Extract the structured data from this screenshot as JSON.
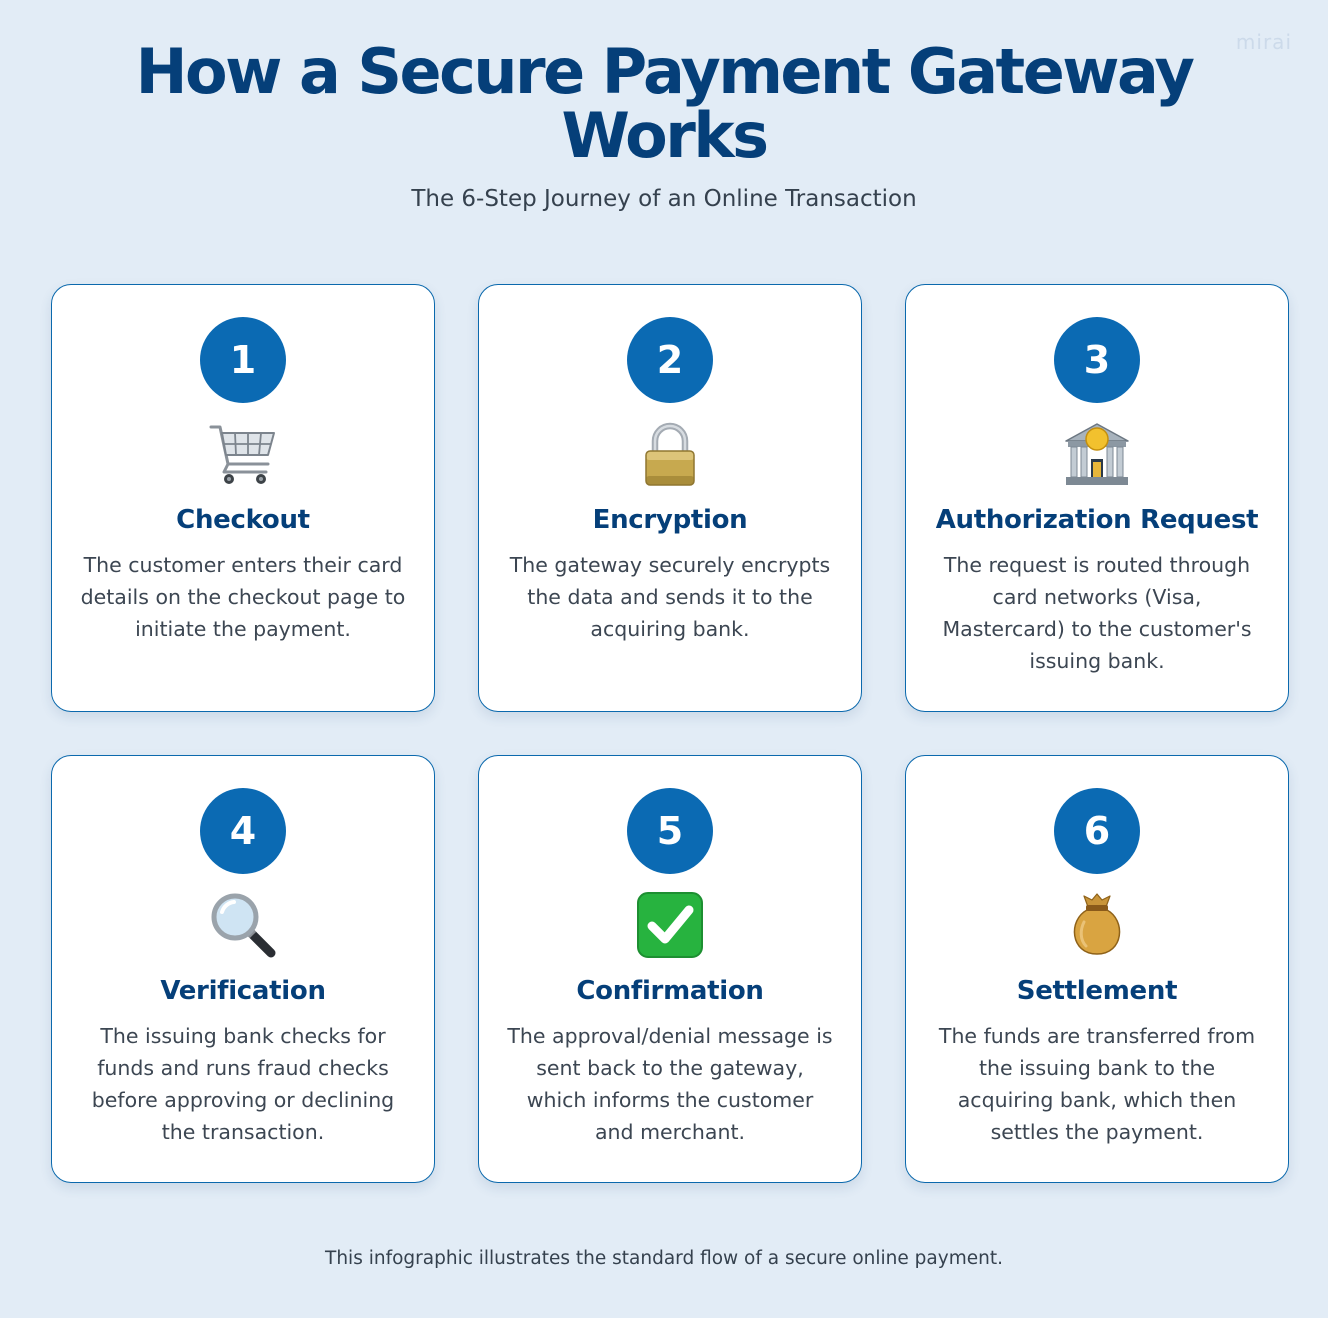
{
  "watermark": "mirai",
  "header": {
    "title_line1": "How a Secure Payment Gateway",
    "title_line2": "Works",
    "subtitle": "The 6-Step Journey of an Online Transaction"
  },
  "steps": [
    {
      "number": "1",
      "icon": "shopping-cart-icon",
      "title": "Checkout",
      "description": "The customer enters their card details on the checkout page to initiate the payment."
    },
    {
      "number": "2",
      "icon": "padlock-icon",
      "title": "Encryption",
      "description": "The gateway securely encrypts the data and sends it to the acquiring bank."
    },
    {
      "number": "3",
      "icon": "bank-icon",
      "title": "Authorization Request",
      "description": "The request is routed through card networks (Visa, Mastercard) to the customer's issuing bank."
    },
    {
      "number": "4",
      "icon": "magnifying-glass-icon",
      "title": "Verification",
      "description": "The issuing bank checks for funds and runs fraud checks before approving or declining the transaction."
    },
    {
      "number": "5",
      "icon": "check-mark-icon",
      "title": "Confirmation",
      "description": "The approval/denial message is sent back to the gateway, which informs the customer and merchant."
    },
    {
      "number": "6",
      "icon": "money-bag-icon",
      "title": "Settlement",
      "description": "The funds are transferred from the issuing bank to the acquiring bank, which then settles the payment."
    }
  ],
  "footer": {
    "note": "This infographic illustrates the standard flow of a secure online payment."
  },
  "colors": {
    "background": "#e2ecf6",
    "title": "#053f79",
    "badge": "#0b6ab3",
    "card_border": "#0b69ad",
    "text": "#3c4652",
    "check_green": "#27b33f"
  }
}
